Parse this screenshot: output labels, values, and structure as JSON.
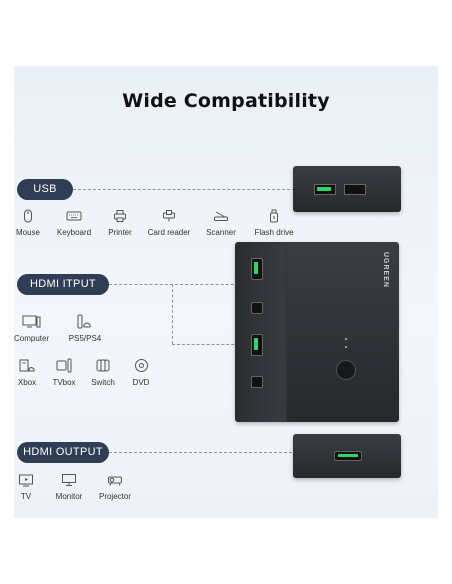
{
  "title": "Wide Compatibility",
  "usb": {
    "label": "USB",
    "devices": [
      {
        "name": "Mouse",
        "icon": "mouse-icon"
      },
      {
        "name": "Keyboard",
        "icon": "keyboard-icon"
      },
      {
        "name": "Printer",
        "icon": "printer-icon"
      },
      {
        "name": "Card reader",
        "icon": "card-reader-icon"
      },
      {
        "name": "Scanner",
        "icon": "scanner-icon"
      },
      {
        "name": "Flash drive",
        "icon": "flash-drive-icon"
      }
    ]
  },
  "hdmi_input": {
    "label": "HDMI ITPUT",
    "devices": [
      {
        "name": "Computer",
        "icon": "computer-icon"
      },
      {
        "name": "PS5/PS4",
        "icon": "console-icon"
      },
      {
        "name": "Xbox",
        "icon": "xbox-icon"
      },
      {
        "name": "TVbox",
        "icon": "tvbox-icon"
      },
      {
        "name": "Switch",
        "icon": "switch-icon"
      },
      {
        "name": "DVD",
        "icon": "dvd-icon"
      }
    ]
  },
  "hdmi_output": {
    "label": "HDMI OUTPUT",
    "devices": [
      {
        "name": "TV",
        "icon": "tv-icon"
      },
      {
        "name": "Monitor",
        "icon": "monitor-icon"
      },
      {
        "name": "Projector",
        "icon": "projector-icon"
      }
    ]
  },
  "product": {
    "brand": "UGREEN"
  },
  "colors": {
    "pill": "#2f3e55",
    "background": "#eef2f7",
    "device": "#2c2e32",
    "port_accent": "#2fd36b"
  }
}
